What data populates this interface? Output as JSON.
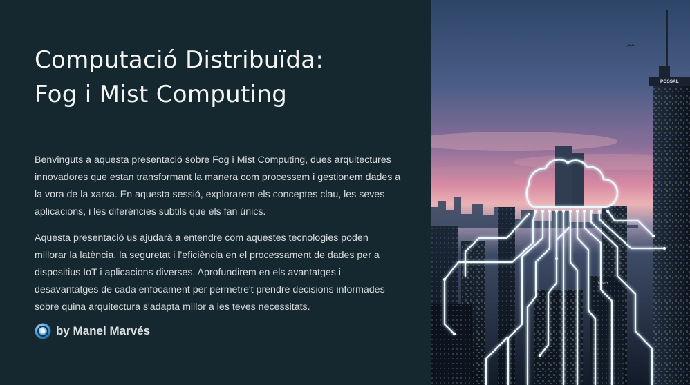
{
  "slide": {
    "title_line1": "Computació Distribuïda:",
    "title_line2": "Fog i Mist Computing",
    "paragraph1": "Benvinguts a aquesta presentació sobre Fog i Mist Computing, dues arquitectures innovadores que estan transformant la manera com processem i gestionem dades a la vora de la xarxa. En aquesta sessió, explorarem els conceptes clau, les seves aplicacions, i les diferències subtils que els fan únics.",
    "paragraph2": "Aquesta presentació us ajudarà a entendre com aquestes tecnologies poden millorar la latència, la seguretat i l'eficiència en el processament de dades per a dispositius IoT i aplicacions diverses. Aprofundirem en els avantatges i desavantatges de cada enfocament per permetre't prendre decisions informades sobre quina arquitectura s'adapta millor a les teves necessitats.",
    "author": "by Manel Marvés"
  },
  "image": {
    "icon": "cloud-circuit-icon",
    "building_sign": "POSSAL",
    "building_sign_small": "NAKET"
  },
  "colors": {
    "background": "#16282f",
    "title": "#f4f4f2",
    "body_text": "#d9dde0",
    "glow": "#dff6ff"
  }
}
